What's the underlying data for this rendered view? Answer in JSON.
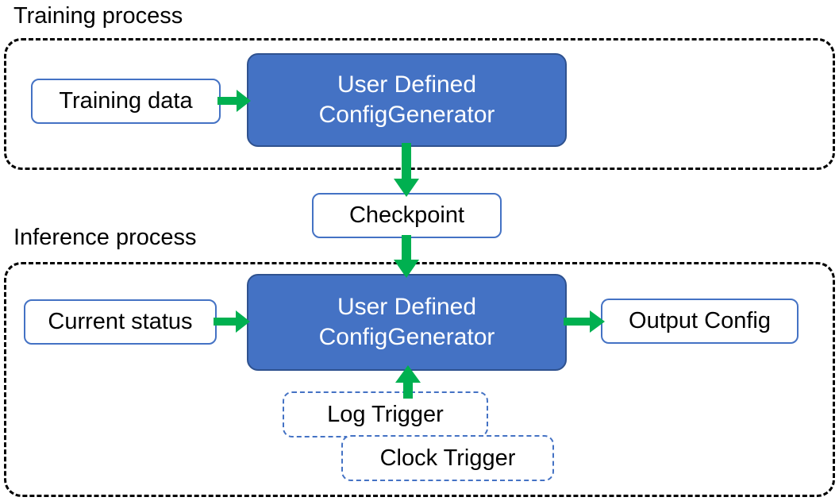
{
  "diagram": {
    "title_visible": false,
    "colors": {
      "generator_fill": "#4472C4",
      "generator_border": "#2F528F",
      "node_border": "#4472C4",
      "trigger_border": "#4472C4",
      "arrow_green": "#00B050",
      "container_dash": "#000000",
      "text_dark": "#000000",
      "text_light": "#FFFFFF",
      "background": "#FFFFFF"
    },
    "sections": [
      {
        "id": "training",
        "caption": "Training process"
      },
      {
        "id": "inference",
        "caption": "Inference process"
      }
    ],
    "nodes": {
      "training_data": {
        "label": "Training data",
        "style": "outlined-solid"
      },
      "generator_training": {
        "line1": "User Defined",
        "line2": "ConfigGenerator",
        "style": "filled"
      },
      "checkpoint": {
        "label": "Checkpoint",
        "style": "outlined-solid"
      },
      "current_status": {
        "label": "Current status",
        "style": "outlined-solid"
      },
      "generator_inference": {
        "line1": "User Defined",
        "line2": "ConfigGenerator",
        "style": "filled"
      },
      "output_config": {
        "label": "Output Config",
        "style": "outlined-solid"
      },
      "log_trigger": {
        "label": "Log Trigger",
        "style": "outlined-dashed"
      },
      "clock_trigger": {
        "label": "Clock Trigger",
        "style": "outlined-dashed"
      }
    },
    "edges": [
      {
        "id": "training-data-to-generator",
        "from": "training_data",
        "to": "generator_training",
        "direction": "right",
        "label": ""
      },
      {
        "id": "generator-to-checkpoint",
        "from": "generator_training",
        "to": "checkpoint",
        "direction": "down",
        "label": ""
      },
      {
        "id": "checkpoint-to-generator",
        "from": "checkpoint",
        "to": "generator_inference",
        "direction": "down",
        "label": ""
      },
      {
        "id": "current-status-to-generator",
        "from": "current_status",
        "to": "generator_inference",
        "direction": "right",
        "label": ""
      },
      {
        "id": "generator-to-output",
        "from": "generator_inference",
        "to": "output_config",
        "direction": "right",
        "label": ""
      },
      {
        "id": "trigger-to-generator",
        "from": "log_trigger",
        "to": "generator_inference",
        "direction": "up",
        "label": ""
      }
    ]
  }
}
